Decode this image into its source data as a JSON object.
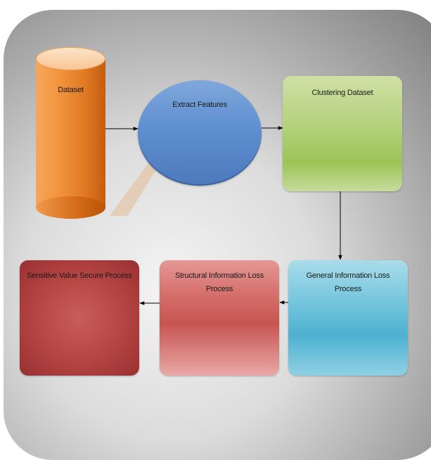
{
  "nodes": {
    "dataset": "Dataset",
    "extract_features": "Extract Features",
    "clustering_dataset": "Clustering Dataset",
    "general_info_loss": "General Information Loss Process",
    "structural_info_loss": "Structural Information Loss Process",
    "sensitive_value": "Sensitive Value Secure Process"
  },
  "colors": {
    "dataset": "#f39641",
    "extract_features": "#5f8fd1",
    "clustering_dataset": "#9cc356",
    "general_info_loss": "#4eb1cf",
    "structural_info_loss": "#c65451",
    "sensitive_value": "#b84846",
    "background": "#c8c8c8"
  },
  "edges": [
    {
      "from": "dataset",
      "to": "extract_features"
    },
    {
      "from": "extract_features",
      "to": "clustering_dataset"
    },
    {
      "from": "clustering_dataset",
      "to": "general_info_loss"
    },
    {
      "from": "general_info_loss",
      "to": "structural_info_loss"
    },
    {
      "from": "structural_info_loss",
      "to": "sensitive_value"
    }
  ]
}
